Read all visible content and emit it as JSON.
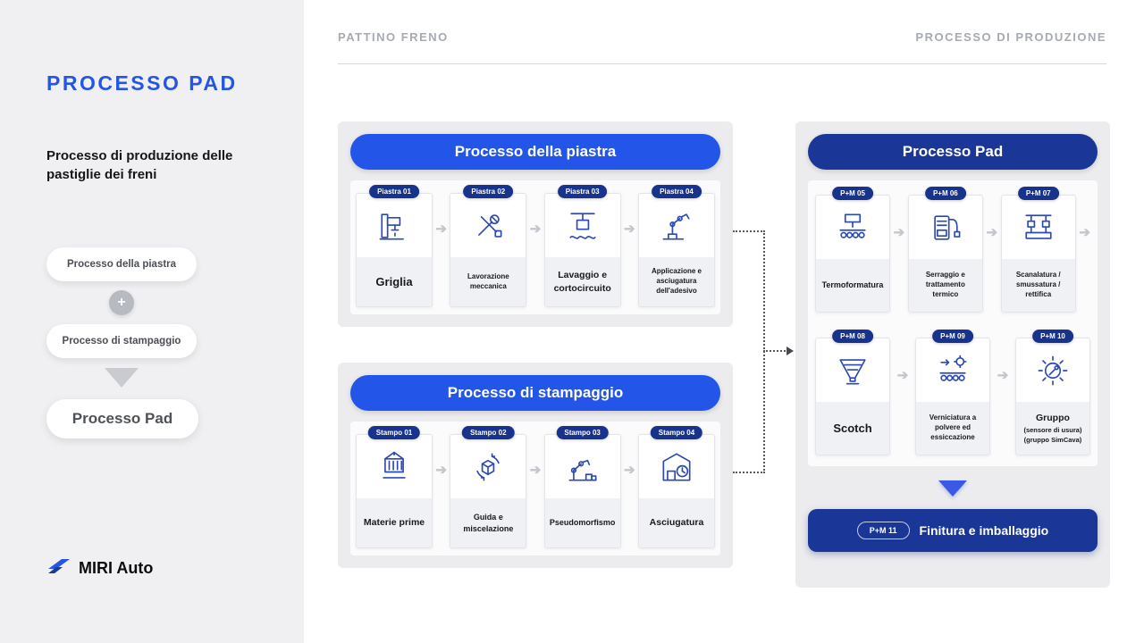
{
  "colors": {
    "accent": "#2355e8",
    "navy": "#1a3696",
    "badge_navy": "#17338c",
    "sidebar_bg": "#f0f0f3",
    "panel_bg": "#ececee"
  },
  "sidebar": {
    "title": "PROCESSO PAD",
    "subtitle": "Processo di produzione delle pastiglie dei freni",
    "formula": {
      "a": "Processo della piastra",
      "plus": "+",
      "b": "Processo di stampaggio",
      "result": "Processo Pad"
    },
    "brand": "MIRI Auto"
  },
  "header": {
    "left": "PATTINO FRENO",
    "right": "PROCESSO DI PRODUZIONE"
  },
  "piastra": {
    "title": "Processo della piastra",
    "steps": [
      {
        "badge": "Piastra 01",
        "label": "Griglia",
        "icon": "drill-press-icon"
      },
      {
        "badge": "Piastra 02",
        "label": "Lavorazione meccanica",
        "icon": "tools-icon"
      },
      {
        "badge": "Piastra 03",
        "label": "Lavaggio e cortocircuito",
        "icon": "washing-icon"
      },
      {
        "badge": "Piastra 04",
        "label": "Applicazione e asciugatura dell'adesivo",
        "icon": "robot-arm-icon"
      }
    ]
  },
  "stampaggio": {
    "title": "Processo di stampaggio",
    "steps": [
      {
        "badge": "Stampo 01",
        "label": "Materie prime",
        "icon": "container-icon"
      },
      {
        "badge": "Stampo 02",
        "label": "Guida e miscelazione",
        "icon": "mixing-icon"
      },
      {
        "badge": "Stampo 03",
        "label": "Pseudomorfismo",
        "icon": "robot-arm-boxes-icon"
      },
      {
        "badge": "Stampo 04",
        "label": "Asciugatura",
        "icon": "warehouse-clock-icon"
      }
    ]
  },
  "pad": {
    "title": "Processo Pad",
    "steps": [
      {
        "badge": "P+M 05",
        "label": "Termoformatura",
        "icon": "conveyor-press-icon"
      },
      {
        "badge": "P+M 06",
        "label": "Serraggio e trattamento termico",
        "icon": "furnace-hose-icon"
      },
      {
        "badge": "P+M 07",
        "label": "Scanalatura / smussatura / rettifica",
        "icon": "double-press-icon"
      },
      {
        "badge": "P+M 08",
        "label": "Scotch",
        "icon": "funnel-icon"
      },
      {
        "badge": "P+M 09",
        "label": "Verniciatura a polvere ed essiccazione",
        "icon": "conveyor-gear-icon"
      },
      {
        "badge": "P+M 10",
        "label": "Gruppo",
        "sublabel": "(sensore di usura) (gruppo SimCava)",
        "icon": "gear-wrench-icon"
      }
    ],
    "final": {
      "badge": "P+M 11",
      "label": "Finitura e imballaggio"
    }
  }
}
